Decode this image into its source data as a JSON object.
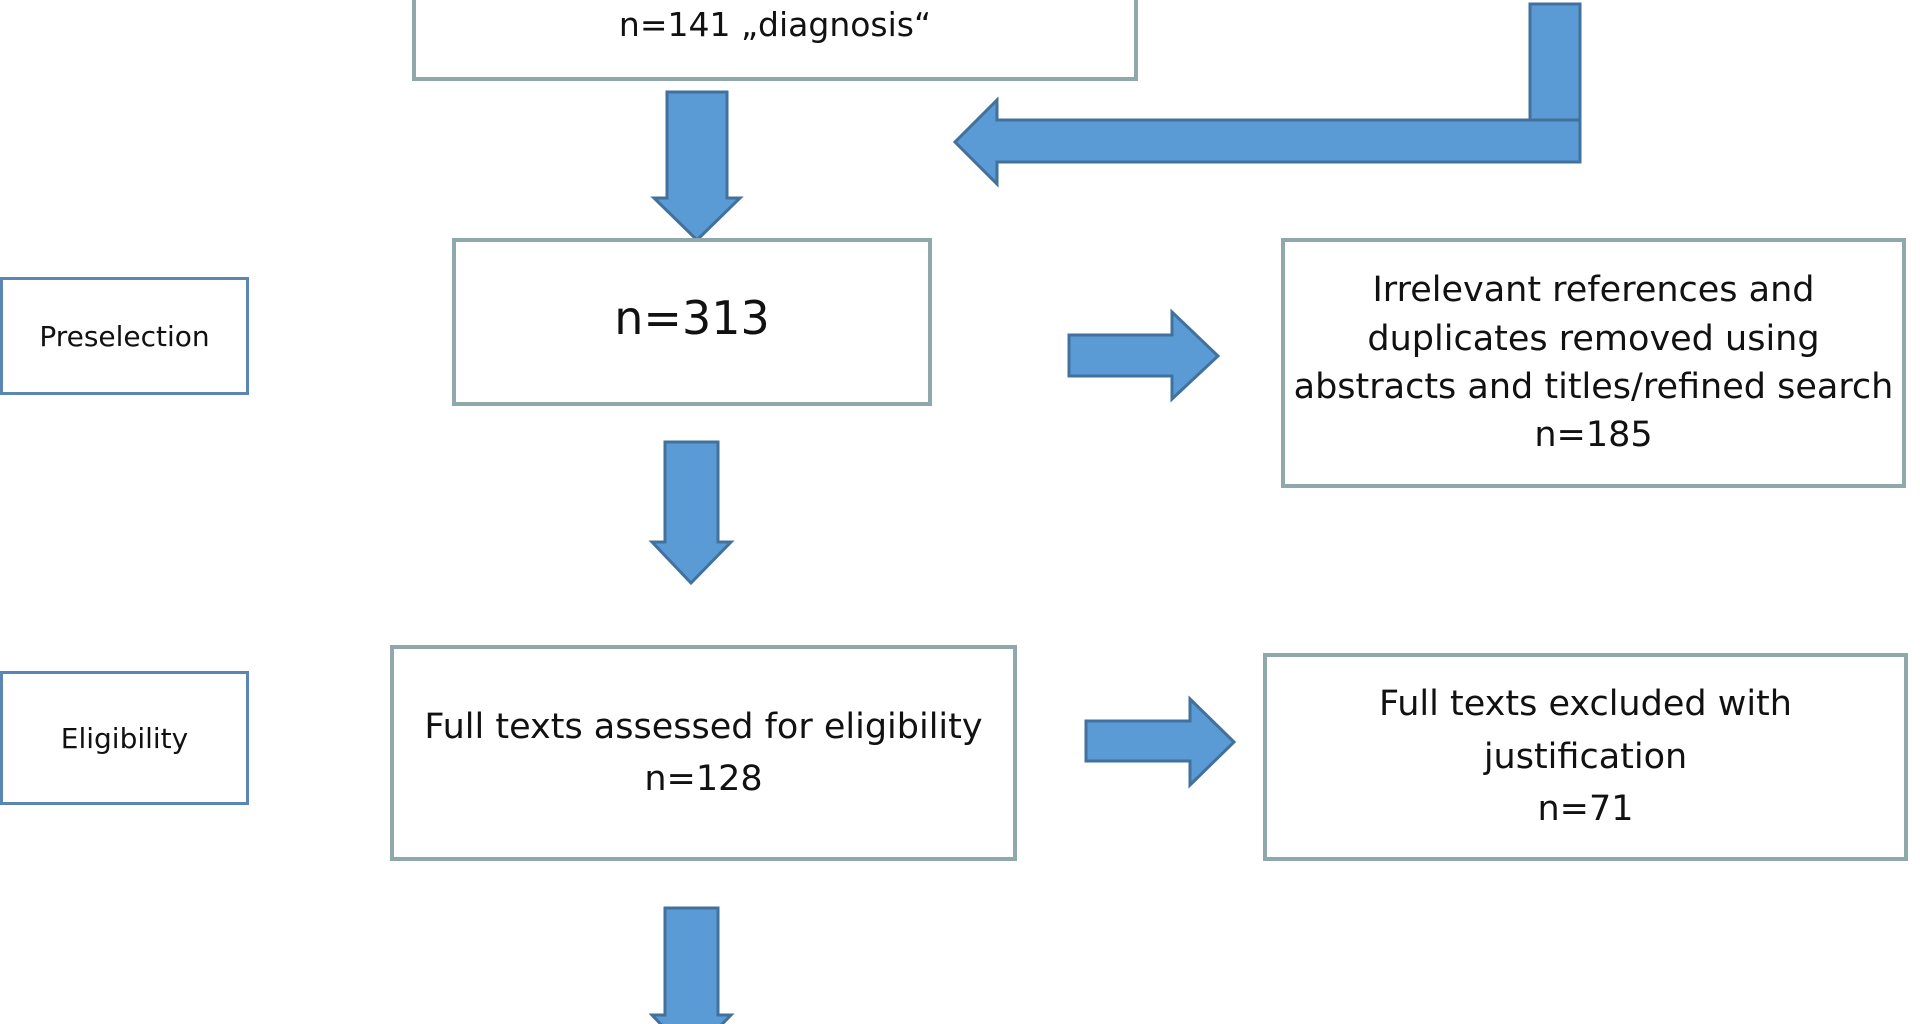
{
  "diagram": {
    "stages": {
      "preselection": "Preselection",
      "eligibility": "Eligibility"
    },
    "boxes": {
      "top": {
        "text": "n=141 „diagnosis“"
      },
      "preselection": {
        "count": "n=313"
      },
      "removed": {
        "line1": "Irrelevant references and",
        "line2": "duplicates removed using",
        "line3": "abstracts and titles/refined search",
        "count": "n=185"
      },
      "fulltext": {
        "line1": "Full texts assessed for eligibility",
        "count": "n=128"
      },
      "excluded": {
        "line1": "Full texts excluded with",
        "line2": "justification",
        "count": "n=71"
      }
    },
    "colors": {
      "arrow_fill": "#5b9bd5",
      "arrow_stroke": "#41719c",
      "box_border": "#8ea8ac",
      "stage_border": "#5b86b3"
    }
  }
}
